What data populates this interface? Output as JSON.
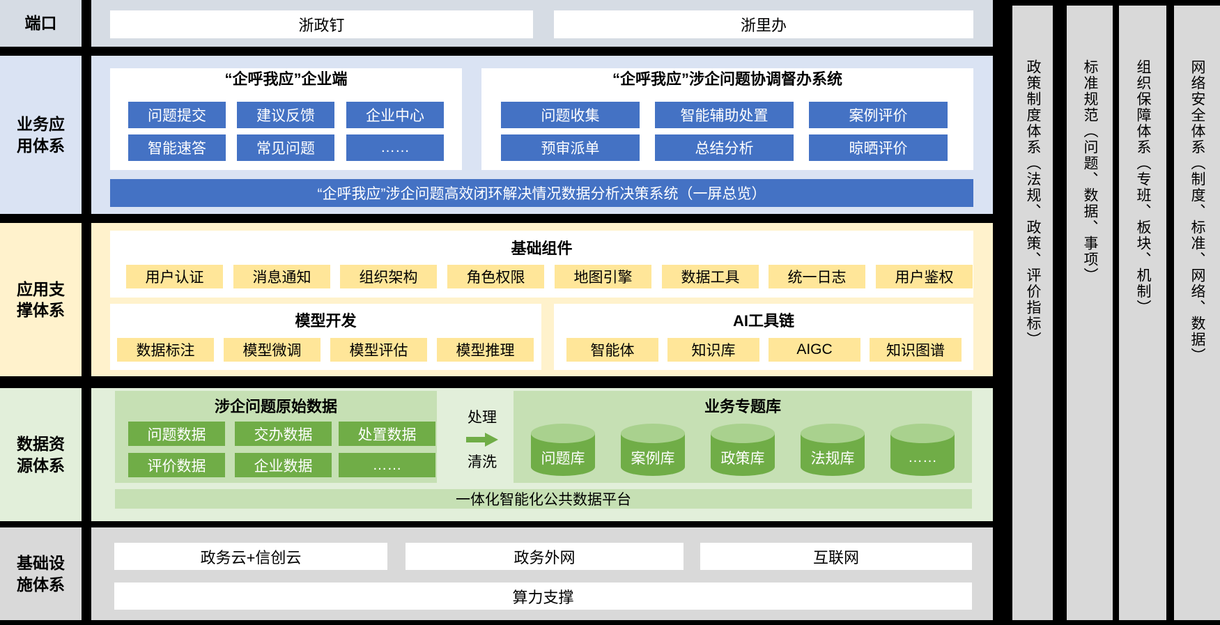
{
  "palette": {
    "divider": "#000000",
    "port_band_bg": "#d6dce4",
    "business_band_bg": "#dae3f3",
    "support_band_bg": "#fff2cc",
    "data_band_bg": "#e2efda",
    "infra_band_bg": "#d9d9d9",
    "blue_accent": "#4472c4",
    "gold_accent": "#ffe699",
    "green_panel": "#c6e0b4",
    "green_accent": "#70ad47",
    "side_column_bg": "#d9d9d9"
  },
  "port": {
    "label": "端口",
    "items": [
      "浙政钉",
      "浙里办"
    ]
  },
  "business": {
    "label_lines": [
      "业务应",
      "用体系"
    ],
    "enterprise_panel": {
      "title": "“企呼我应”企业端",
      "buttons": [
        "问题提交",
        "建议反馈",
        "企业中心",
        "智能速答",
        "常见问题",
        "……"
      ]
    },
    "coordination_panel": {
      "title": "“企呼我应”涉企问题协调督办系统",
      "buttons": [
        "问题收集",
        "智能辅助处置",
        "案例评价",
        "预审派单",
        "总结分析",
        "晾晒评价"
      ]
    },
    "banner": "“企呼我应”涉企问题高效闭环解决情况数据分析决策系统（一屏总览）"
  },
  "support": {
    "label_lines": [
      "应用支",
      "撑体系"
    ],
    "base_components": {
      "title": "基础组件",
      "buttons": [
        "用户认证",
        "消息通知",
        "组织架构",
        "角色权限",
        "地图引擎",
        "数据工具",
        "统一日志",
        "用户鉴权"
      ]
    },
    "model_dev": {
      "title": "模型开发",
      "buttons": [
        "数据标注",
        "模型微调",
        "模型评估",
        "模型推理"
      ]
    },
    "ai_toolchain": {
      "title": "AI工具链",
      "buttons": [
        "智能体",
        "知识库",
        "AIGC",
        "知识图谱"
      ]
    }
  },
  "data_resource": {
    "label_lines": [
      "数据资",
      "源体系"
    ],
    "raw_data_panel": {
      "title": "涉企问题原始数据",
      "buttons": [
        "问题数据",
        "交办数据",
        "处置数据",
        "评价数据",
        "企业数据",
        "……"
      ]
    },
    "process_label": "处理",
    "clean_label": "清洗",
    "topic_db_panel": {
      "title": "业务专题库",
      "databases": [
        "问题库",
        "案例库",
        "政策库",
        "法规库",
        "……"
      ]
    },
    "platform_bar": "一体化智能化公共数据平台"
  },
  "infra": {
    "label_lines": [
      "基础设",
      "施体系"
    ],
    "items": [
      "政务云+信创云",
      "政务外网",
      "互联网"
    ],
    "bottom_bar": "算力支撑"
  },
  "side_columns": [
    "政策制度体系（法规、政策、评价指标）",
    "标准规范（问题、数据、事项）",
    "组织保障体系（专班、板块、机制）",
    "网络安全体系（制度、标准、网络、数据）"
  ]
}
